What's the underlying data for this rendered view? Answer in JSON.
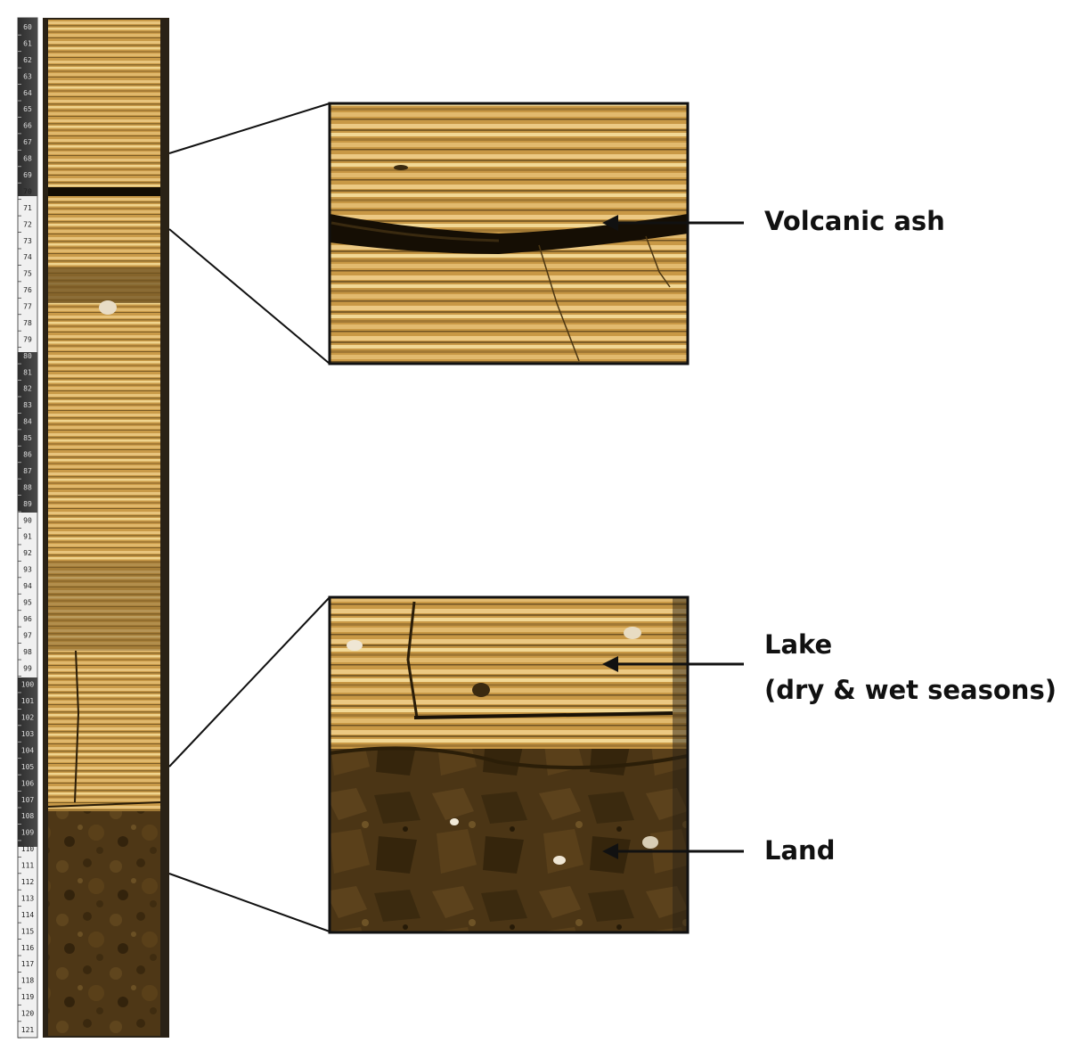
{
  "labels": {
    "volcanic_ash": "Volcanic ash",
    "lake_line1": "Lake",
    "lake_line2": "(dry & wet  seasons)",
    "land": "Land"
  },
  "ruler": {
    "start": 60,
    "end": 121
  },
  "colors": {
    "sediment_light": "#d9b065",
    "sediment_mid": "#b8893c",
    "sediment_dark": "#6d5122",
    "ash_band": "#1a1206",
    "soil": "#4a3414",
    "soil_dark": "#2c1e0a",
    "ruler_dark": "#3a3a3a",
    "ruler_light": "#f2f2f2"
  }
}
